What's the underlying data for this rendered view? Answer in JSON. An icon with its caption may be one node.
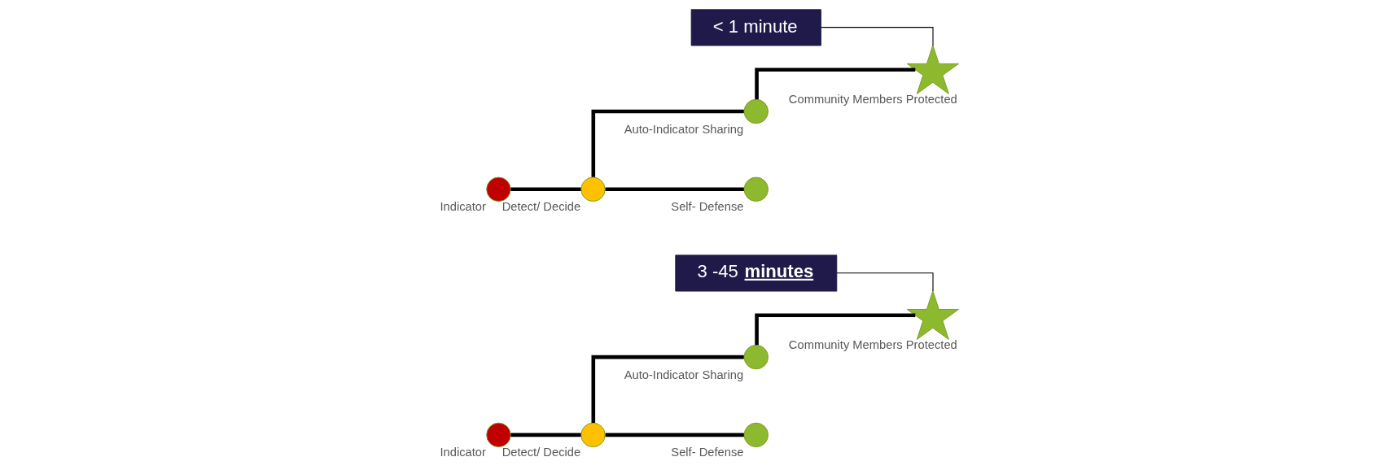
{
  "diagram": {
    "nodes": [
      {
        "text": [],
        "shape": "circle",
        "beside": [
          "Indicator"
        ]
      },
      {
        "text": [],
        "shape": "circle",
        "beside": [
          "Detect/ Decide"
        ]
      },
      {
        "text": [],
        "shape": "circle",
        "beside": [
          "Self- Defense"
        ]
      },
      {
        "text": [],
        "shape": "circle",
        "beside": [
          "Auto-Indicator Sharing"
        ]
      },
      {
        "text": [],
        "shape": "star",
        "beside": [
          "Community Members Protected"
        ]
      },
      {
        "text": [
          "< 1 minute"
        ]
      },
      {
        "text": [],
        "shape": "circle",
        "beside": [
          "Indicator"
        ]
      },
      {
        "text": [],
        "shape": "circle",
        "beside": [
          "Detect/ Decide"
        ]
      },
      {
        "text": [],
        "shape": "circle",
        "beside": [
          "Self- Defense"
        ]
      },
      {
        "text": [],
        "shape": "circle",
        "beside": [
          "Auto-Indicator Sharing"
        ]
      },
      {
        "text": [],
        "shape": "star",
        "beside": [
          "Community Members Protected"
        ]
      },
      {
        "text": [
          "3 -45 **minutes**"
        ]
      }
    ],
    "edges": [
      {
        "from": 0,
        "to": 1,
        "arrow": "none"
      },
      {
        "from": 1,
        "to": 2,
        "arrow": "none"
      },
      {
        "from": 1,
        "to": 3,
        "arrow": "none"
      },
      {
        "from": 3,
        "to": 4,
        "arrow": "none"
      },
      {
        "from": 5,
        "to": 4,
        "arrow": "none"
      },
      {
        "from": 6,
        "to": 7,
        "arrow": "none"
      },
      {
        "from": 7,
        "to": 8,
        "arrow": "none"
      },
      {
        "from": 7,
        "to": 9,
        "arrow": "none"
      },
      {
        "from": 9,
        "to": 10,
        "arrow": "none"
      },
      {
        "from": 11,
        "to": 10,
        "arrow": "none"
      }
    ]
  }
}
